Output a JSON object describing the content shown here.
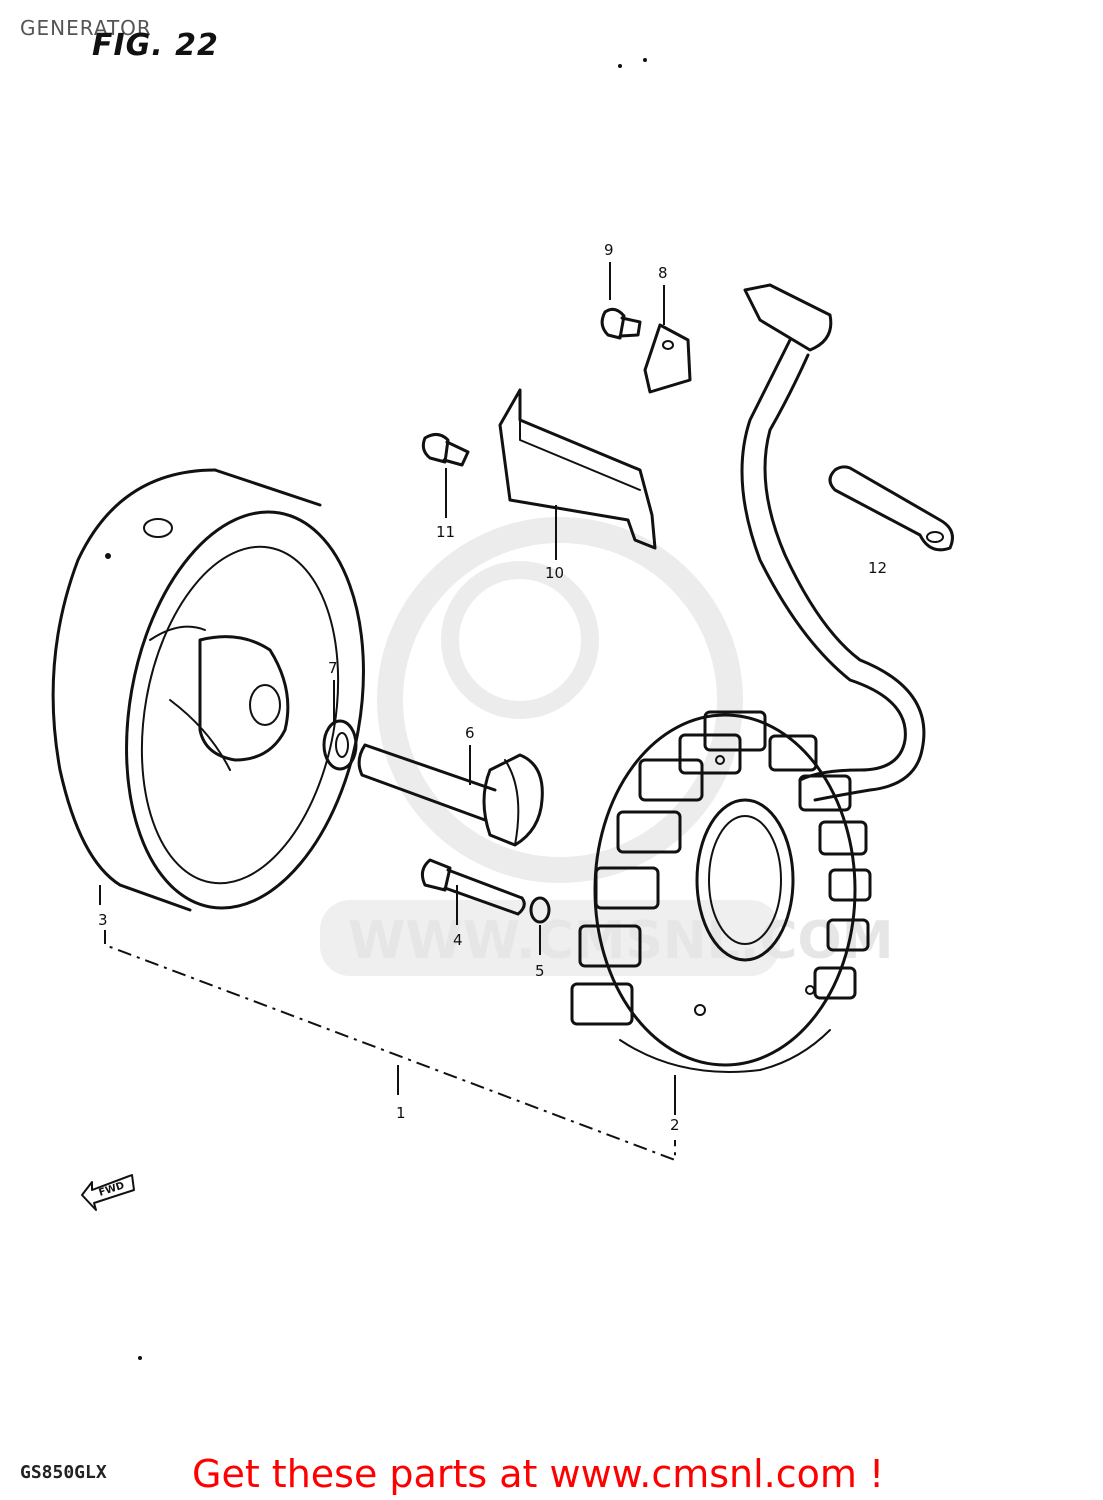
{
  "header": {
    "title": "GENERATOR",
    "figure": "FIG. 22"
  },
  "footer": {
    "model": "GS850GLX",
    "promo": "Get these parts at www.cmsnl.com !"
  },
  "watermark": {
    "text": "WWW.CMSNL.COM"
  },
  "direction_marker": "FWD",
  "callouts": [
    {
      "id": "callout-1",
      "label": "1"
    },
    {
      "id": "callout-2",
      "label": "2"
    },
    {
      "id": "callout-3",
      "label": "3"
    },
    {
      "id": "callout-4",
      "label": "4"
    },
    {
      "id": "callout-5",
      "label": "5"
    },
    {
      "id": "callout-6",
      "label": "6"
    },
    {
      "id": "callout-7",
      "label": "7"
    },
    {
      "id": "callout-8",
      "label": "8"
    },
    {
      "id": "callout-9",
      "label": "9"
    },
    {
      "id": "callout-10",
      "label": "10"
    },
    {
      "id": "callout-11",
      "label": "11"
    },
    {
      "id": "callout-12",
      "label": "12"
    }
  ],
  "colors": {
    "promo": "#ff0000",
    "line": "#111111",
    "watermark": "#e6e6e6"
  }
}
